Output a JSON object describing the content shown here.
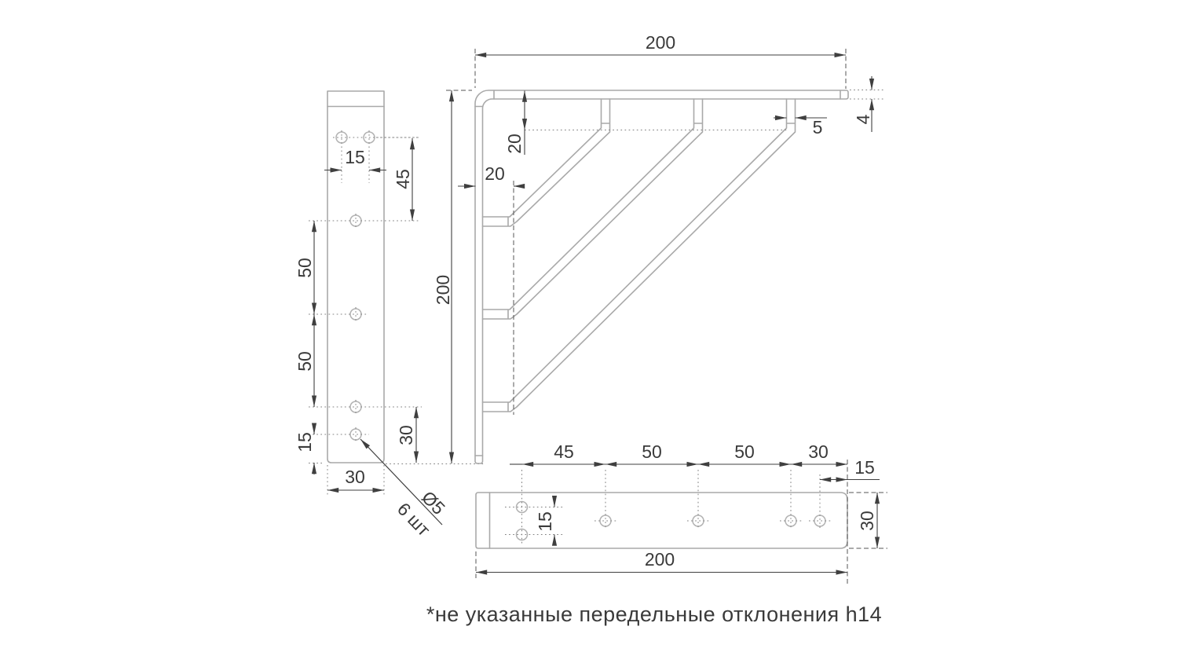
{
  "footer_note": "*не указанные передельные отклонения h14",
  "front_view": {
    "hole_pair_spacing": "15",
    "pair_to_next": "45",
    "hole_spacing_1": "50",
    "hole_spacing_2": "50",
    "bottom_hole_offset": "15",
    "hole_from_bottom": "30",
    "plate_width": "30",
    "leader_diameter": "Ø5",
    "leader_count": "6 шт"
  },
  "main_view": {
    "arm_length": "200",
    "arm_height": "200",
    "strut_top_offset": "20",
    "strut_side_offset": "20",
    "strut_width": "5",
    "arm_thickness": "4"
  },
  "top_view": {
    "seg_45": "45",
    "seg_50a": "50",
    "seg_50b": "50",
    "seg_30": "30",
    "edge_to_hole": "15",
    "pair_spacing": "15",
    "plate_width": "30",
    "plate_length": "200"
  },
  "colors": {
    "part_line": "#a9a9a9",
    "dimension_line": "#3f3f3f",
    "background": "#ffffff"
  }
}
